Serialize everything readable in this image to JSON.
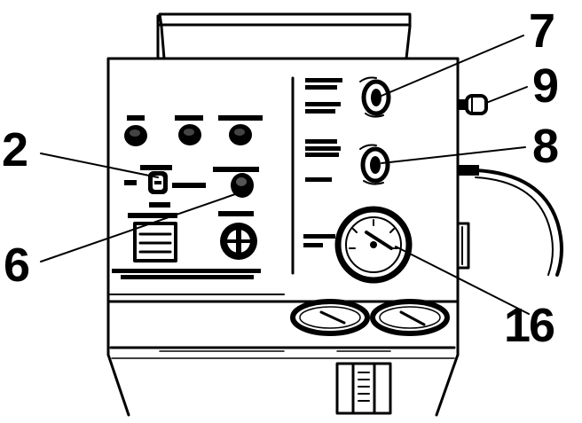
{
  "callouts": {
    "c2": "2",
    "c6": "6",
    "c7": "7",
    "c8": "8",
    "c9": "9",
    "c16": "16"
  },
  "colors": {
    "ink": "#000000",
    "paper": "#ffffff"
  }
}
